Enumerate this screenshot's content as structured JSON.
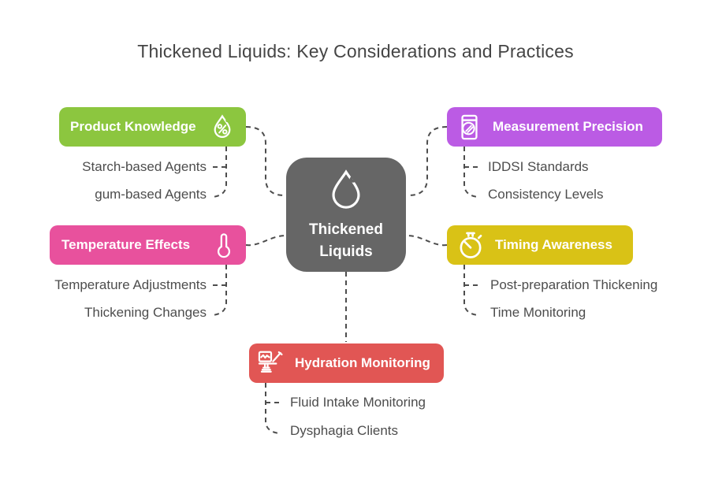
{
  "title": "Thickened Liquids: Key Considerations and Practices",
  "center": {
    "label_line1": "Thickened",
    "label_line2": "Liquids",
    "icon": "water-drop-icon",
    "color": "#666666"
  },
  "branches": [
    {
      "label": "Product Knowledge",
      "icon": "droplet-percent-icon",
      "color": "#8CC63F",
      "children": [
        "Starch-based Agents",
        "gum-based Agents"
      ]
    },
    {
      "label": "Measurement Precision",
      "icon": "kitchen-scale-icon",
      "color": "#BB5BE4",
      "children": [
        "IDDSI Standards",
        "Consistency Levels"
      ]
    },
    {
      "label": "Temperature Effects",
      "icon": "thermometer-icon",
      "color": "#E8519D",
      "children": [
        "Temperature Adjustments",
        "Thickening Changes"
      ]
    },
    {
      "label": "Timing Awareness",
      "icon": "stopwatch-icon",
      "color": "#D9C216",
      "children": [
        "Post-preparation Thickening",
        "Time Monitoring"
      ]
    },
    {
      "label": "Hydration Monitoring",
      "icon": "monitoring-station-icon",
      "color": "#E15654",
      "children": [
        "Fluid Intake Monitoring",
        "Dysphagia Clients"
      ]
    }
  ],
  "connector_color": "#4d4d4d"
}
